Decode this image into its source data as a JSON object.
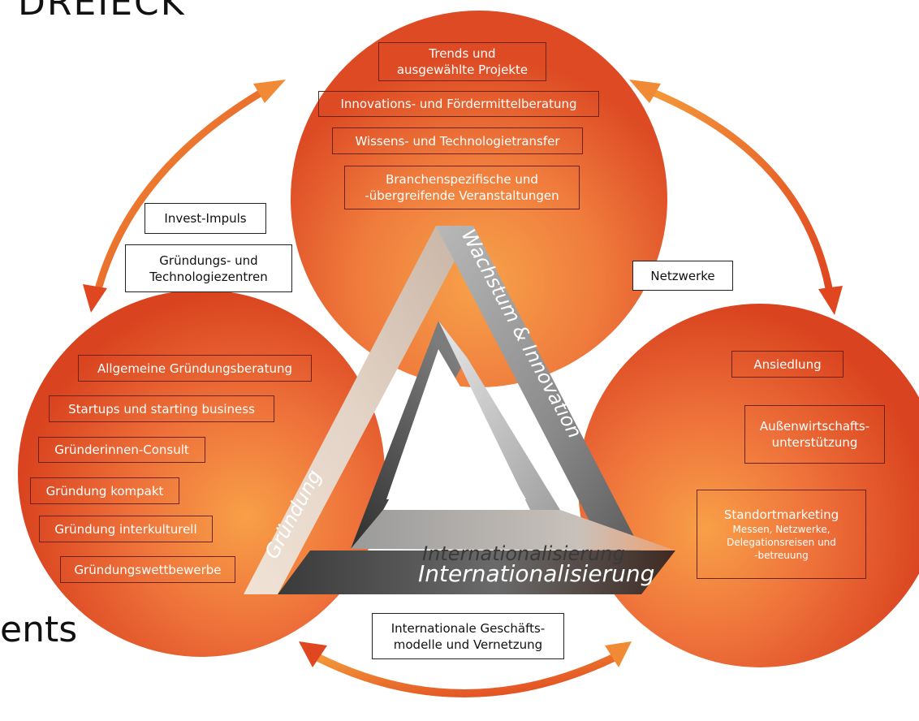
{
  "header_fragment": "DREIECK",
  "side_fragment": "ents",
  "triangle": {
    "left_label": "Gründung",
    "right_label": "Wachstum & Innovation",
    "bottom_label": "Internationalisierung",
    "bottom_label_shadow": "Internationalisierung"
  },
  "top_circle": {
    "items": [
      "Trends und\nausgewählte Projekte",
      "Innovations- und Fördermittelberatung",
      "Wissens- und Technologietransfer",
      "Branchenspezifische und\n-übergreifende Veranstaltungen"
    ]
  },
  "left_circle": {
    "items": [
      "Allgemeine Gründungsberatung",
      "Startups und starting business",
      "Gründerinnen-Consult",
      "Gründung kompakt",
      "Gründung interkulturell",
      "Gründungswettbewerbe"
    ]
  },
  "right_circle": {
    "items": [
      "Ansiedlung",
      "Außenwirtschafts-\nunterstützung"
    ],
    "standort": {
      "title": "Standortmarketing",
      "subtitle": "Messen, Netzwerke,\nDelegationsreisen und\n-betreuung"
    }
  },
  "connectors": {
    "invest": "Invest-Impuls",
    "gruendungszentren": "Gründungs- und\nTechnologiezentren",
    "netzwerke": "Netzwerke",
    "international": "Internationale Geschäfts-\nmodelle und Vernetzung"
  },
  "colors": {
    "orange_light": "#f58f3e",
    "orange": "#ef6a3a",
    "orange_dark": "#d9431f",
    "box_border": "#6b2412"
  }
}
